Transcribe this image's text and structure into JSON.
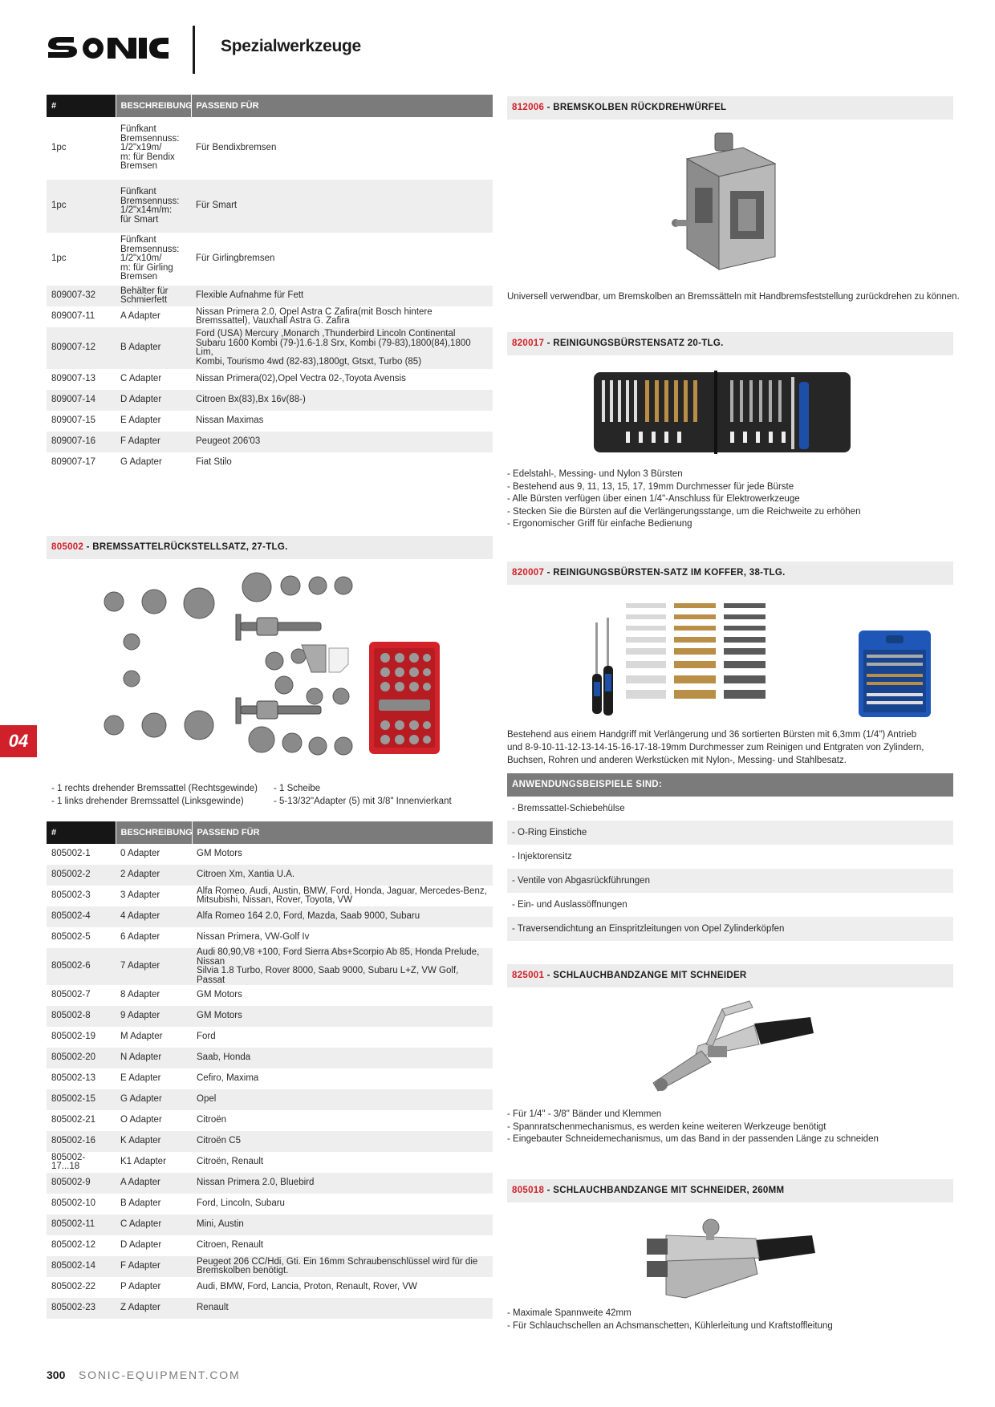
{
  "header": {
    "logo_text": "sonic",
    "page_title": "Spezialwerkzeuge"
  },
  "colors": {
    "accent": "#d0202a",
    "header_dark": "#161616",
    "header_gray": "#7b7b7b",
    "row_shade": "#eeeeee"
  },
  "table1": {
    "headers": [
      "#",
      "BESCHREIBUNG",
      "PASSEND FÜR"
    ],
    "rows": [
      {
        "id": "1pc",
        "desc": [
          "Fünfkant",
          "Bremsennuss:",
          "1/2\"x19m/",
          "m: für Bendix",
          "Bremsen"
        ],
        "fit": [
          "Für Bendixbremsen"
        ]
      },
      {
        "id": "1pc",
        "desc": [
          "Fünfkant",
          "Bremsennuss:",
          "1/2\"x14m/m:",
          "für Smart"
        ],
        "fit": [
          "Für Smart"
        ]
      },
      {
        "id": "1pc",
        "desc": [
          "Fünfkant",
          "Bremsennuss:",
          "1/2\"x10m/",
          "m: für Girling",
          "Bremsen"
        ],
        "fit": [
          "Für Girlingbremsen"
        ]
      },
      {
        "id": "809007-32",
        "desc": [
          "Behälter für",
          "Schmierfett"
        ],
        "fit": [
          "Flexible Aufnahme für Fett"
        ]
      },
      {
        "id": "809007-11",
        "desc": [
          "A Adapter"
        ],
        "fit": [
          "Nissan Primera 2.0, Opel Astra C Zafira(mit Bosch hintere",
          "Bremssattel), Vauxhall Astra G. Zafira"
        ]
      },
      {
        "id": "809007-12",
        "desc": [
          "B Adapter"
        ],
        "fit": [
          "Ford (USA) Mercury ,Monarch ,Thunderbird Lincoln Continental",
          "Subaru 1600 Kombi (79-)1.6-1.8 Srx, Kombi (79-83),1800(84),1800 Lim,",
          "Kombi, Tourismo 4wd (82-83),1800gt, Gtsxt, Turbo (85)"
        ]
      },
      {
        "id": "809007-13",
        "desc": [
          "C Adapter"
        ],
        "fit": [
          "Nissan Primera(02),Opel Vectra 02-,Toyota Avensis"
        ]
      },
      {
        "id": "809007-14",
        "desc": [
          "D Adapter"
        ],
        "fit": [
          "Citroen Bx(83),Bx 16v(88-)"
        ]
      },
      {
        "id": "809007-15",
        "desc": [
          "E Adapter"
        ],
        "fit": [
          "Nissan Maximas"
        ]
      },
      {
        "id": "809007-16",
        "desc": [
          "F Adapter"
        ],
        "fit": [
          "Peugeot 206'03"
        ]
      },
      {
        "id": "809007-17",
        "desc": [
          "G Adapter"
        ],
        "fit": [
          "Fiat Stilo"
        ]
      }
    ]
  },
  "section_805002": {
    "code": "805002",
    "title": " - BREMSSATTELRÜCKSTELLSATZ, 27-TLG.",
    "features_left": [
      "- 1 rechts drehender Bremssattel (Rechtsgewinde)",
      "- 1 links drehender Bremssattel (Linksgewinde)"
    ],
    "features_right": [
      "- 1 Scheibe",
      "- 5-13/32\"Adapter (5) mit 3/8\" Innenvierkant"
    ]
  },
  "table2": {
    "headers": [
      "#",
      "BESCHREIBUNG",
      "PASSEND FÜR"
    ],
    "rows": [
      {
        "id": "805002-1",
        "desc": "0 Adapter",
        "fit": [
          "GM Motors"
        ]
      },
      {
        "id": "805002-2",
        "desc": "2 Adapter",
        "fit": [
          "Citroen Xm, Xantia U.A."
        ]
      },
      {
        "id": "805002-3",
        "desc": "3 Adapter",
        "fit": [
          "Alfa Romeo, Audi, Austin, BMW, Ford, Honda, Jaguar, Mercedes-Benz,",
          "Mitsubishi, Nissan, Rover, Toyota, VW"
        ]
      },
      {
        "id": "805002-4",
        "desc": "4 Adapter",
        "fit": [
          "Alfa Romeo 164 2.0, Ford, Mazda, Saab 9000, Subaru"
        ]
      },
      {
        "id": "805002-5",
        "desc": "6 Adapter",
        "fit": [
          "Nissan Primera, VW-Golf Iv"
        ]
      },
      {
        "id": "805002-6",
        "desc": "7 Adapter",
        "fit": [
          "Audi 80,90,V8 +100, Ford Sierra Abs+Scorpio Ab 85, Honda Prelude, Nissan",
          "Silvia 1.8 Turbo, Rover 8000, Saab 9000, Subaru L+Z, VW Golf, Passat"
        ]
      },
      {
        "id": "805002-7",
        "desc": "8 Adapter",
        "fit": [
          "GM Motors"
        ]
      },
      {
        "id": "805002-8",
        "desc": "9 Adapter",
        "fit": [
          "GM Motors"
        ]
      },
      {
        "id": "805002-19",
        "desc": "M Adapter",
        "fit": [
          "Ford"
        ]
      },
      {
        "id": "805002-20",
        "desc": "N Adapter",
        "fit": [
          "Saab, Honda"
        ]
      },
      {
        "id": "805002-13",
        "desc": "E Adapter",
        "fit": [
          "Cefiro, Maxima"
        ]
      },
      {
        "id": "805002-15",
        "desc": "G Adapter",
        "fit": [
          "Opel"
        ]
      },
      {
        "id": "805002-21",
        "desc": "O Adapter",
        "fit": [
          "Citroën"
        ]
      },
      {
        "id": "805002-16",
        "desc": "K Adapter",
        "fit": [
          "Citroën C5"
        ]
      },
      {
        "id": "805002-17...18",
        "desc": "K1 Adapter",
        "fit": [
          "Citroën, Renault"
        ]
      },
      {
        "id": "805002-9",
        "desc": "A Adapter",
        "fit": [
          "Nissan Primera 2.0, Bluebird"
        ]
      },
      {
        "id": "805002-10",
        "desc": "B Adapter",
        "fit": [
          "Ford, Lincoln, Subaru"
        ]
      },
      {
        "id": "805002-11",
        "desc": "C Adapter",
        "fit": [
          "Mini, Austin"
        ]
      },
      {
        "id": "805002-12",
        "desc": "D Adapter",
        "fit": [
          "Citroen, Renault"
        ]
      },
      {
        "id": "805002-14",
        "desc": "F Adapter",
        "fit": [
          "Peugeot 206 CC/Hdi, Gti. Ein 16mm Schraubenschlüssel wird für die",
          "Bremskolben benötigt."
        ]
      },
      {
        "id": "805002-22",
        "desc": "P Adapter",
        "fit": [
          "Audi, BMW, Ford, Lancia, Proton, Renault, Rover, VW"
        ]
      },
      {
        "id": "805002-23",
        "desc": "Z Adapter",
        "fit": [
          "Renault"
        ]
      }
    ]
  },
  "section_812006": {
    "code": "812006",
    "title": " - BREMSKOLBEN RÜCKDREHWÜRFEL",
    "description": "Universell verwendbar, um Bremskolben an Bremssätteln mit Handbremsfeststellung zurückdrehen zu können."
  },
  "section_820017": {
    "code": "820017",
    "title": " - REINIGUNGSBÜRSTENSATZ 20-TLG.",
    "features": [
      "- Edelstahl-, Messing- und Nylon 3 Bürsten",
      "- Bestehend aus 9, 11, 13, 15, 17, 19mm Durchmesser für jede Bürste",
      "- Alle Bürsten verfügen über einen 1/4\"-Anschluss für Elektrowerkzeuge",
      "- Stecken Sie die Bürsten auf die Verlängerungsstange, um die Reichweite zu erhöhen",
      "- Ergonomischer Griff für einfache Bedienung"
    ]
  },
  "section_820007": {
    "code": "820007",
    "title": " - REINIGUNGSBÜRSTEN-SATZ IM KOFFER, 38-TLG.",
    "description": [
      "Bestehend aus einem Handgriff mit Verlängerung und 36 sortierten Bürsten mit 6,3mm (1/4\") Antrieb",
      "und 8-9-10-11-12-13-14-15-16-17-18-19mm Durchmesser zum Reinigen und Entgraten von Zylindern,",
      "Buchsen, Rohren und anderen Werkstücken mit Nylon-, Messing- und Stahlbesatz."
    ],
    "applications_title": "ANWENDUNGSBEISPIELE SIND:",
    "applications": [
      "- Bremssattel-Schiebehülse",
      "- O-Ring Einstiche",
      "- Injektorensitz",
      "- Ventile von Abgasrückführungen",
      "- Ein- und Auslassöffnungen",
      "- Traversendichtung an Einspritzleitungen von Opel Zylinderköpfen"
    ]
  },
  "section_825001": {
    "code": "825001",
    "title": " - SCHLAUCHBANDZANGE MIT SCHNEIDER",
    "features": [
      "- Für 1/4\" - 3/8\" Bänder und Klemmen",
      "- Spannratschenmechanismus, es werden keine weiteren Werkzeuge benötigt",
      "- Eingebauter Schneidemechanismus, um das Band in der passenden Länge zu schneiden"
    ]
  },
  "section_805018": {
    "code": "805018",
    "title": " - SCHLAUCHBANDZANGE MIT SCHNEIDER, 260MM",
    "features": [
      "- Maximale Spannweite 42mm",
      "- Für Schlauchschellen an Achsmanschetten, Kühlerleitung und Kraftstoffleitung"
    ]
  },
  "chapter_tab": "04",
  "footer": {
    "page_number": "300",
    "website": "SONIC-EQUIPMENT.COM"
  }
}
